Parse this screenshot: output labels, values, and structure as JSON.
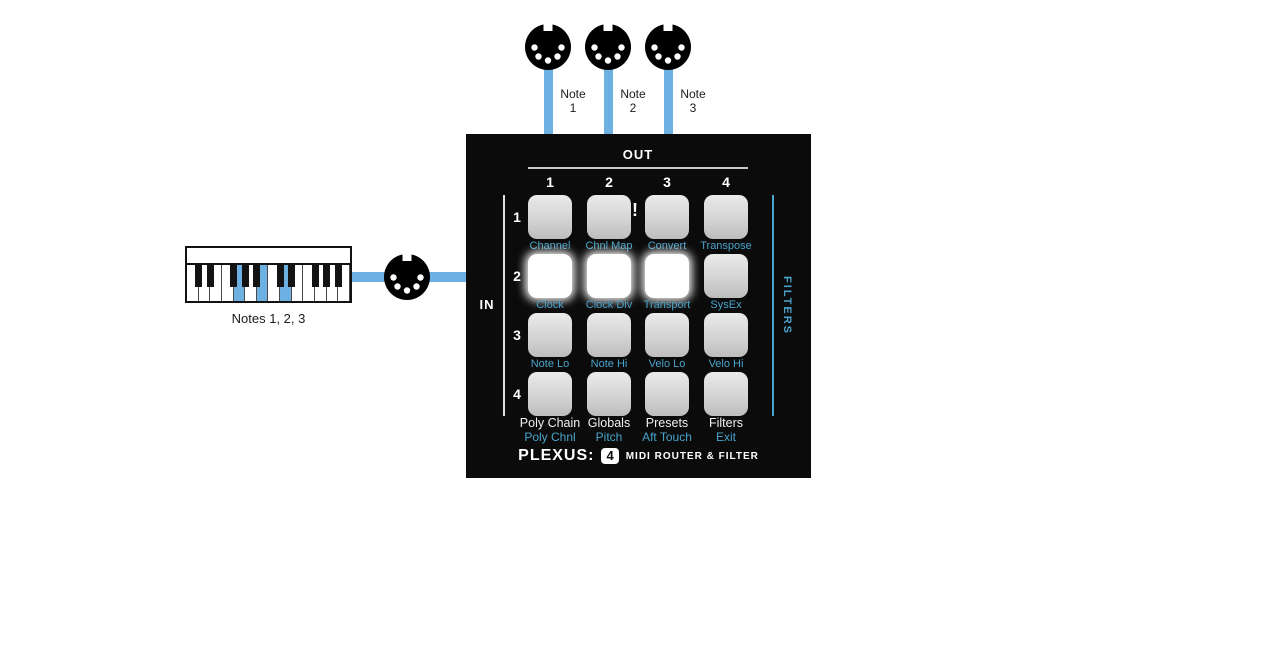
{
  "colors": {
    "cable_blue": "#6CB1E1",
    "label_blue": "#4AA3CC",
    "device_black": "#0b0b0b",
    "pad_gray": "#d4d4d4",
    "lit_pad": "#ffffff"
  },
  "midi_outputs": {
    "connectors": [
      {
        "icon": "midi-din-connector-icon",
        "label_line1": "Note",
        "label_line2": "1"
      },
      {
        "icon": "midi-din-connector-icon",
        "label_line1": "Note",
        "label_line2": "2"
      },
      {
        "icon": "midi-din-connector-icon",
        "label_line1": "Note",
        "label_line2": "3"
      }
    ]
  },
  "keyboard": {
    "caption": "Notes 1, 2, 3",
    "white_key_count": 14,
    "black_key_boundaries": [
      1,
      2,
      4,
      5,
      6,
      8,
      9,
      11,
      12,
      13
    ],
    "highlighted_white_keys": [
      5,
      7,
      9
    ],
    "highlight_color": "#6CB1E1"
  },
  "device": {
    "out_label": "OUT",
    "in_label": "IN",
    "filters_label": "FILTERS",
    "out_numbers": [
      "1",
      "2",
      "3",
      "4"
    ],
    "in_numbers": [
      "1",
      "2",
      "3",
      "4"
    ],
    "pads": [
      {
        "row": 1,
        "col": 1,
        "label": "Channel",
        "lit": false
      },
      {
        "row": 1,
        "col": 2,
        "label": "Chnl Map",
        "lit": false
      },
      {
        "row": 1,
        "col": 3,
        "label": "Convert",
        "lit": false,
        "alert": "!"
      },
      {
        "row": 1,
        "col": 4,
        "label": "Transpose",
        "lit": false
      },
      {
        "row": 2,
        "col": 1,
        "label": "Clock",
        "lit": true
      },
      {
        "row": 2,
        "col": 2,
        "label": "Clock Div",
        "lit": true
      },
      {
        "row": 2,
        "col": 3,
        "label": "Transport",
        "lit": true
      },
      {
        "row": 2,
        "col": 4,
        "label": "SysEx",
        "lit": false
      },
      {
        "row": 3,
        "col": 1,
        "label": "Note Lo",
        "lit": false
      },
      {
        "row": 3,
        "col": 2,
        "label": "Note Hi",
        "lit": false
      },
      {
        "row": 3,
        "col": 3,
        "label": "Velo Lo",
        "lit": false
      },
      {
        "row": 3,
        "col": 4,
        "label": "Velo Hi",
        "lit": false
      },
      {
        "row": 4,
        "col": 1,
        "white_label": "Poly Chain",
        "label": "Poly Chnl",
        "lit": false
      },
      {
        "row": 4,
        "col": 2,
        "white_label": "Globals",
        "label": "Pitch",
        "lit": false
      },
      {
        "row": 4,
        "col": 3,
        "white_label": "Presets",
        "label": "Aft Touch",
        "lit": false
      },
      {
        "row": 4,
        "col": 4,
        "white_label": "Filters",
        "label": "Exit",
        "lit": false
      }
    ],
    "brand": {
      "name": "PLEXUS:",
      "model": "4",
      "tagline": "MIDI ROUTER & FILTER"
    }
  }
}
